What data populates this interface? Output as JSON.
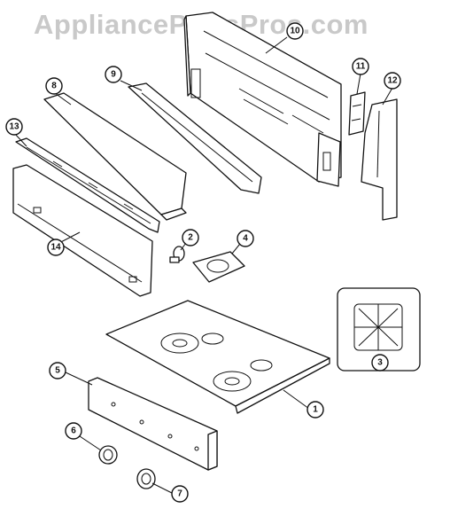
{
  "watermark": "AppliancePartsPros.com",
  "callouts": {
    "p1": "1",
    "p2": "2",
    "p3": "3",
    "p4": "4",
    "p5": "5",
    "p6": "6",
    "p7": "7",
    "p8": "8",
    "p9": "9",
    "p10": "10",
    "p11": "11",
    "p12": "12",
    "p13": "13",
    "p14": "14"
  }
}
